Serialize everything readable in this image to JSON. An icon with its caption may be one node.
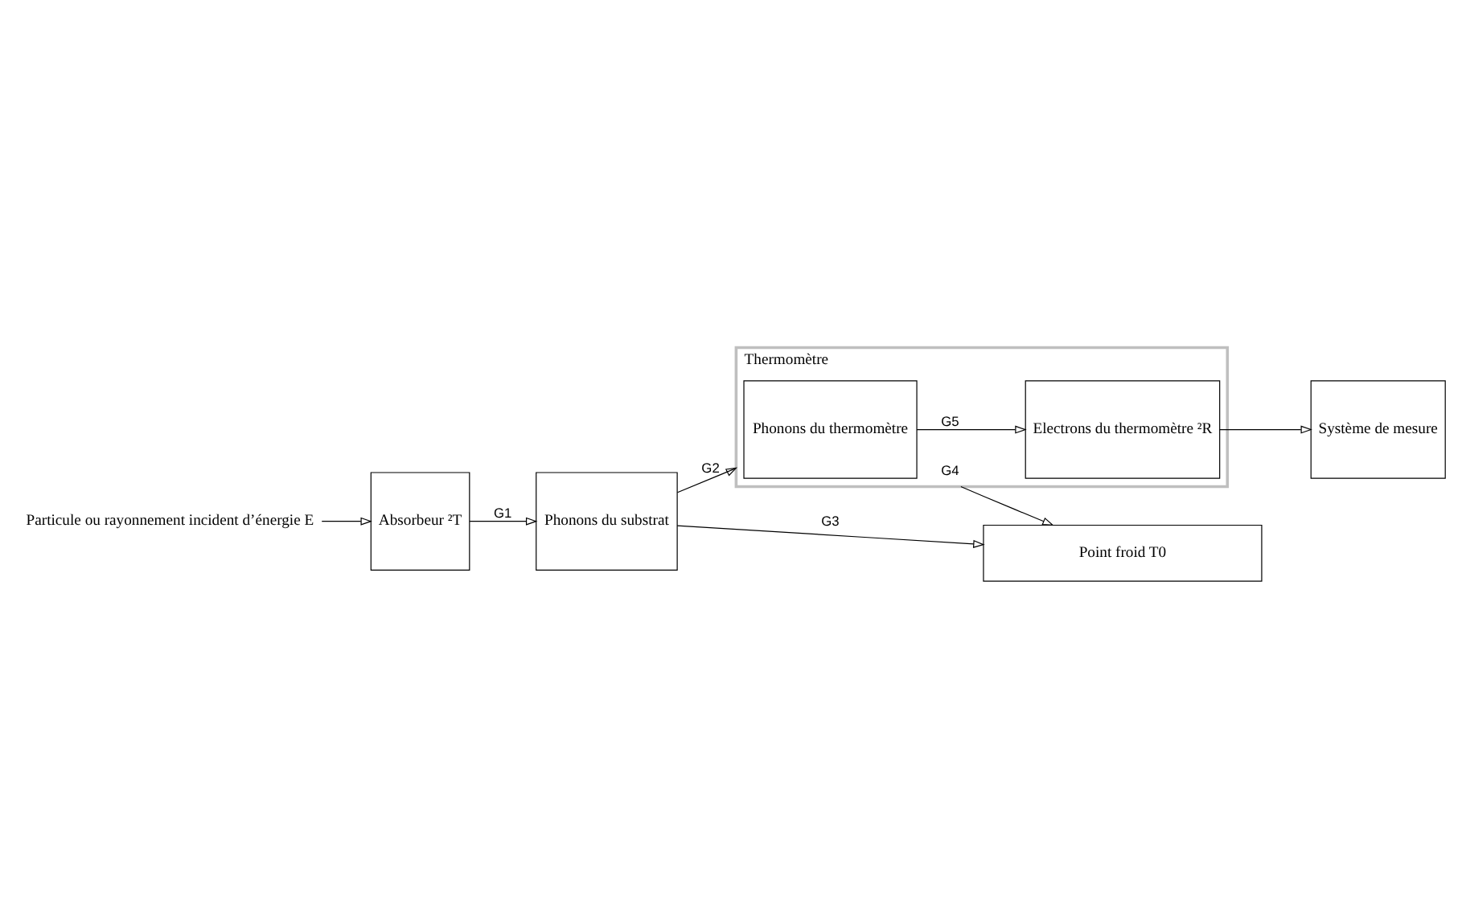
{
  "diagram": {
    "nodes": [
      {
        "text": [
          "Particule ou rayonnement incident d’énergie E"
        ]
      },
      {
        "text": [
          "Absorbeur ²T"
        ]
      },
      {
        "text": [
          "Phonons du substrat"
        ]
      },
      {
        "text": [
          "Thermomètre"
        ]
      },
      {
        "text": [
          "Phonons du thermomètre"
        ],
        "in": 3
      },
      {
        "text": [
          "Electrons du thermomètre ²R"
        ],
        "in": 3
      },
      {
        "text": [
          "Système de mesure"
        ]
      },
      {
        "text": [
          "Point froid T0"
        ]
      }
    ],
    "edges": [
      {
        "from": 0,
        "to": 1,
        "arrow": "to"
      },
      {
        "from": 1,
        "to": 2,
        "arrow": "to",
        "label": "G1"
      },
      {
        "from": 2,
        "to": 3,
        "arrow": "to",
        "label": "G2"
      },
      {
        "from": 4,
        "to": 5,
        "arrow": "to",
        "label": "G5"
      },
      {
        "from": 5,
        "to": 6,
        "arrow": "to"
      },
      {
        "from": 2,
        "to": 7,
        "arrow": "to",
        "label": "G3"
      },
      {
        "from": 3,
        "to": 7,
        "arrow": "to",
        "label": "G4"
      }
    ]
  }
}
